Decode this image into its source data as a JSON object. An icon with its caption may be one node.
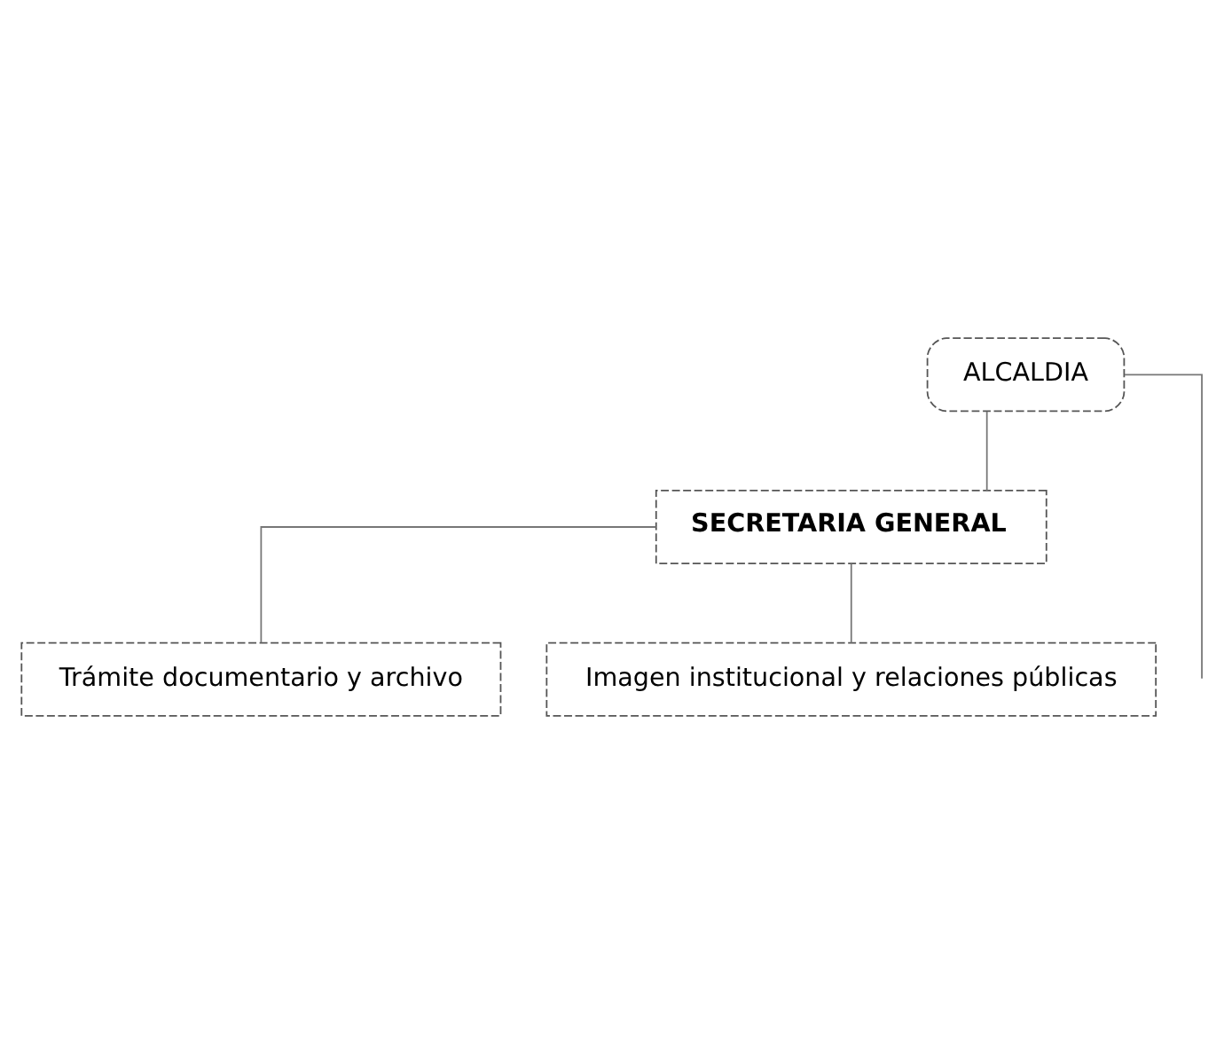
{
  "diagram": {
    "nodes": [
      {
        "text": [
          "ALCALDIA"
        ]
      },
      {
        "text": [
          "SECRETARIA GENERAL"
        ]
      },
      {
        "text": [
          "Trámite documentario y archivo"
        ]
      },
      {
        "text": [
          "Imagen institucional y relaciones públicas"
        ]
      }
    ],
    "edges": [
      {
        "from": 0,
        "to": 1,
        "arrow": "none"
      },
      {
        "from": 0,
        "to": null,
        "arrow": "none"
      },
      {
        "from": 1,
        "to": 2,
        "arrow": "none"
      },
      {
        "from": 1,
        "to": 3,
        "arrow": "none"
      }
    ]
  }
}
